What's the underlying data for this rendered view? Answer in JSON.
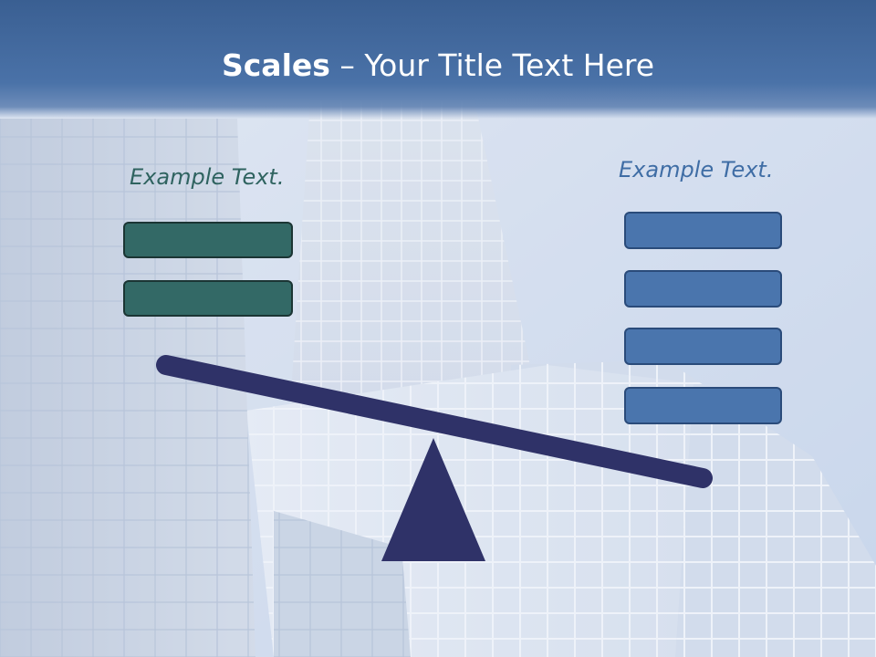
{
  "slide": {
    "title_bold": "Scales",
    "title_rest": " – Your Title Text Here"
  },
  "left_group": {
    "label": "Example Text.",
    "boxes": 2,
    "color": "#336966"
  },
  "right_group": {
    "label": "Example Text.",
    "boxes": 4,
    "color": "#4a75ad"
  },
  "scale": {
    "color": "#2f3268",
    "tilt": "left side up, right side down"
  }
}
